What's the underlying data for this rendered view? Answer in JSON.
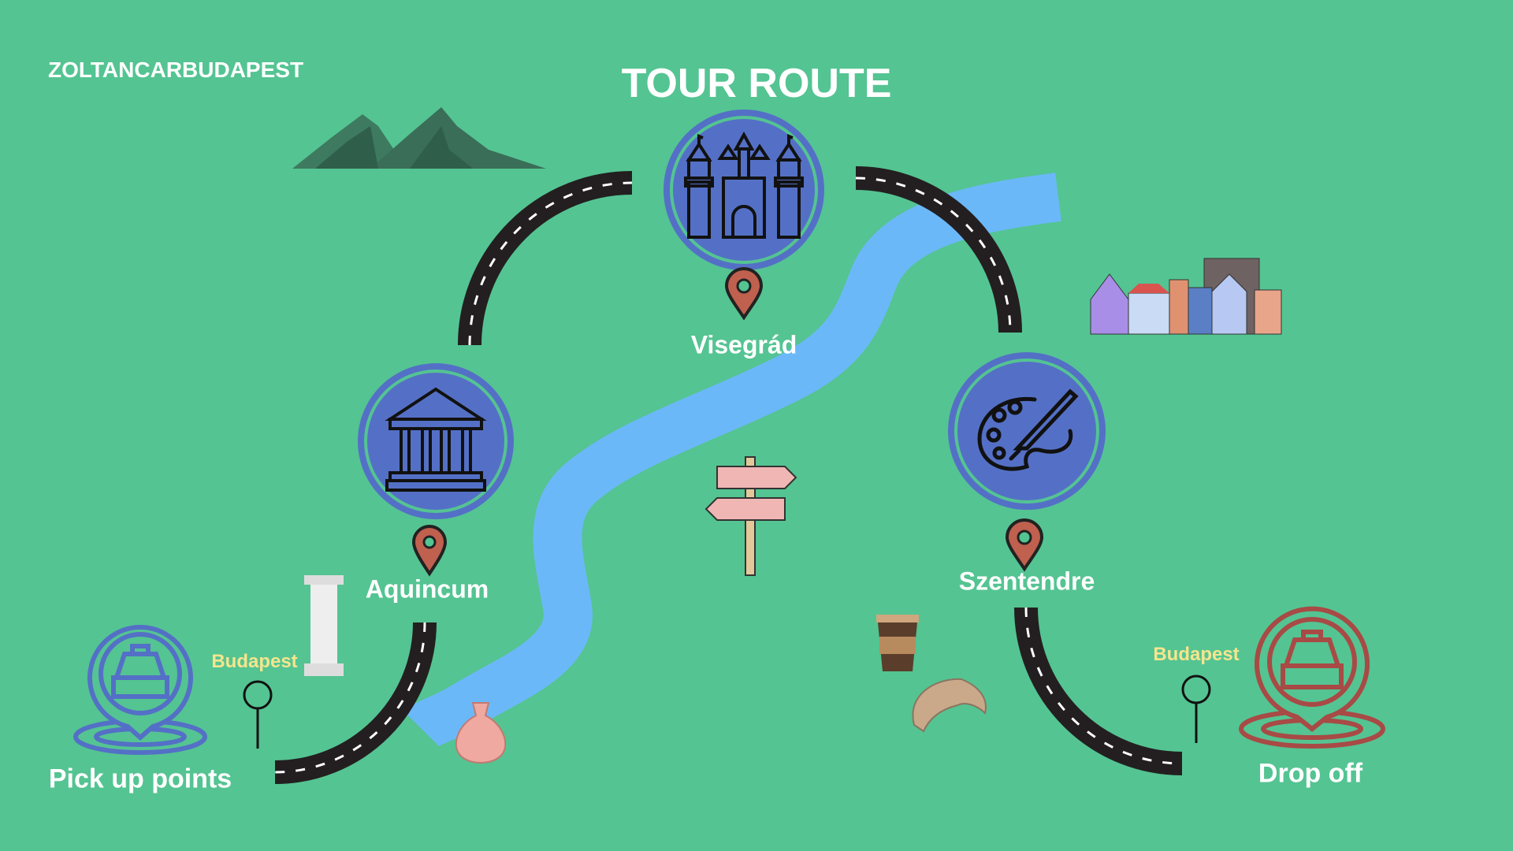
{
  "brand": "ZOLTANCARBUDAPEST",
  "title": "TOUR ROUTE",
  "stops": [
    {
      "name": "Visegrád",
      "icon": "castle-icon"
    },
    {
      "name": "Aquincum",
      "icon": "roman-temple-icon"
    },
    {
      "name": "Szentendre",
      "icon": "paint-palette-icon"
    }
  ],
  "pickup": {
    "label": "Pick up points",
    "city": "Budapest",
    "icon": "taxi-location-icon"
  },
  "dropoff": {
    "label": "Drop off",
    "city": "Budapest",
    "icon": "taxi-location-icon"
  },
  "colors": {
    "background": "#54C492",
    "stop_circle": "#5470C6",
    "road": "#231F20",
    "river": "#6BB8F8",
    "pin": "#C0604F",
    "pickup": "#5470C6",
    "dropoff": "#A84A45",
    "city_text": "#F5E58E"
  }
}
